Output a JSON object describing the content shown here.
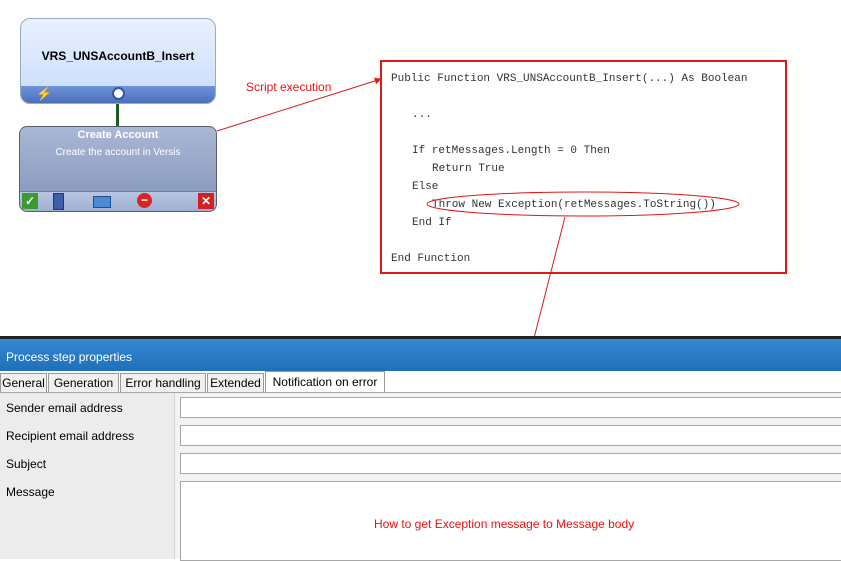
{
  "process": {
    "trigger_title": "VRS_UNSAccountB_Insert",
    "action_title": "Create Account",
    "action_description": "Create the account in Versis",
    "icons": [
      "lightning-icon",
      "port-icon",
      "check-icon",
      "document-icon",
      "mail-icon",
      "stop-icon",
      "close-icon"
    ]
  },
  "annotations": {
    "script_execution": "Script execution",
    "how_to": "How to get Exception message to Message body",
    "color": "#e01818"
  },
  "code": [
    "Public Function VRS_UNSAccountB_Insert(...) As Boolean",
    "...",
    "If retMessages.Length = 0 Then",
    "Return True",
    "Else",
    "Throw New Exception(retMessages.ToString())",
    "End If",
    "End Function"
  ],
  "panel": {
    "title": "Process step properties",
    "tabs": [
      "General",
      "Generation",
      "Error handling",
      "Extended",
      "Notification on error"
    ],
    "active_tab": "Notification on error",
    "fields": [
      {
        "label": "Sender email address",
        "value": ""
      },
      {
        "label": "Recipient email address",
        "value": ""
      },
      {
        "label": "Subject",
        "value": ""
      },
      {
        "label": "Message",
        "value": ""
      }
    ]
  }
}
